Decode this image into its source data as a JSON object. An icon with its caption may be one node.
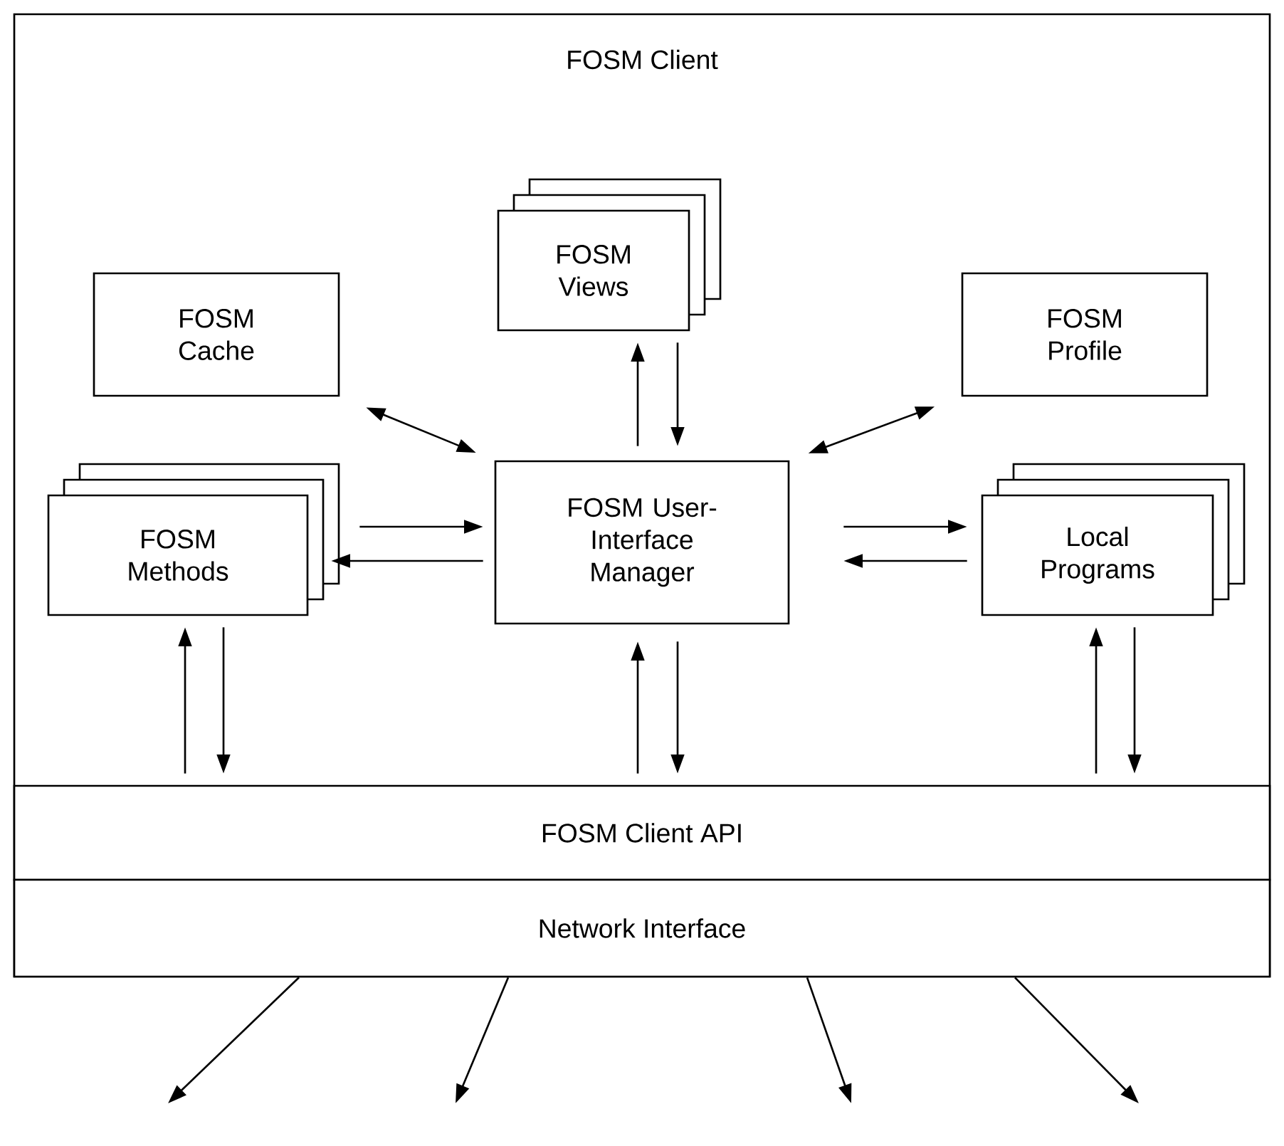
{
  "diagram": {
    "nodes": [
      {
        "text": [
          "FOSM Client"
        ]
      },
      {
        "text": [
          "FOSM Cache"
        ],
        "in": 0
      },
      {
        "text": [
          "FOSM Views"
        ],
        "in": 0
      },
      {
        "text": [
          "FOSM Profile"
        ],
        "in": 0
      },
      {
        "text": [
          "FOSM Methods"
        ],
        "in": 0
      },
      {
        "text": [
          "FOSM User-Interface Manager"
        ],
        "in": 0
      },
      {
        "text": [
          "Local Programs"
        ],
        "in": 0
      },
      {
        "text": [
          "FOSM Client API"
        ],
        "in": 0
      },
      {
        "text": [
          "Network Interface"
        ],
        "in": 0
      }
    ],
    "edges": [
      {
        "from": 1,
        "to": 5,
        "arrow": "both"
      },
      {
        "from": 5,
        "to": 2,
        "arrow": "to"
      },
      {
        "from": 2,
        "to": 5,
        "arrow": "to"
      },
      {
        "from": 3,
        "to": 5,
        "arrow": "both"
      },
      {
        "from": 4,
        "to": 5,
        "arrow": "to"
      },
      {
        "from": 5,
        "to": 4,
        "arrow": "to"
      },
      {
        "from": 5,
        "to": 6,
        "arrow": "to"
      },
      {
        "from": 6,
        "to": 5,
        "arrow": "to"
      },
      {
        "from": 7,
        "to": 4,
        "arrow": "to"
      },
      {
        "from": 4,
        "to": 7,
        "arrow": "to"
      },
      {
        "from": 7,
        "to": 5,
        "arrow": "to"
      },
      {
        "from": 5,
        "to": 7,
        "arrow": "to"
      },
      {
        "from": 7,
        "to": 6,
        "arrow": "to"
      },
      {
        "from": 6,
        "to": 7,
        "arrow": "to"
      },
      {
        "from": 8,
        "to": null,
        "arrow": "to"
      },
      {
        "from": 8,
        "to": null,
        "arrow": "to"
      },
      {
        "from": 8,
        "to": null,
        "arrow": "to"
      },
      {
        "from": 8,
        "to": null,
        "arrow": "to"
      }
    ]
  }
}
